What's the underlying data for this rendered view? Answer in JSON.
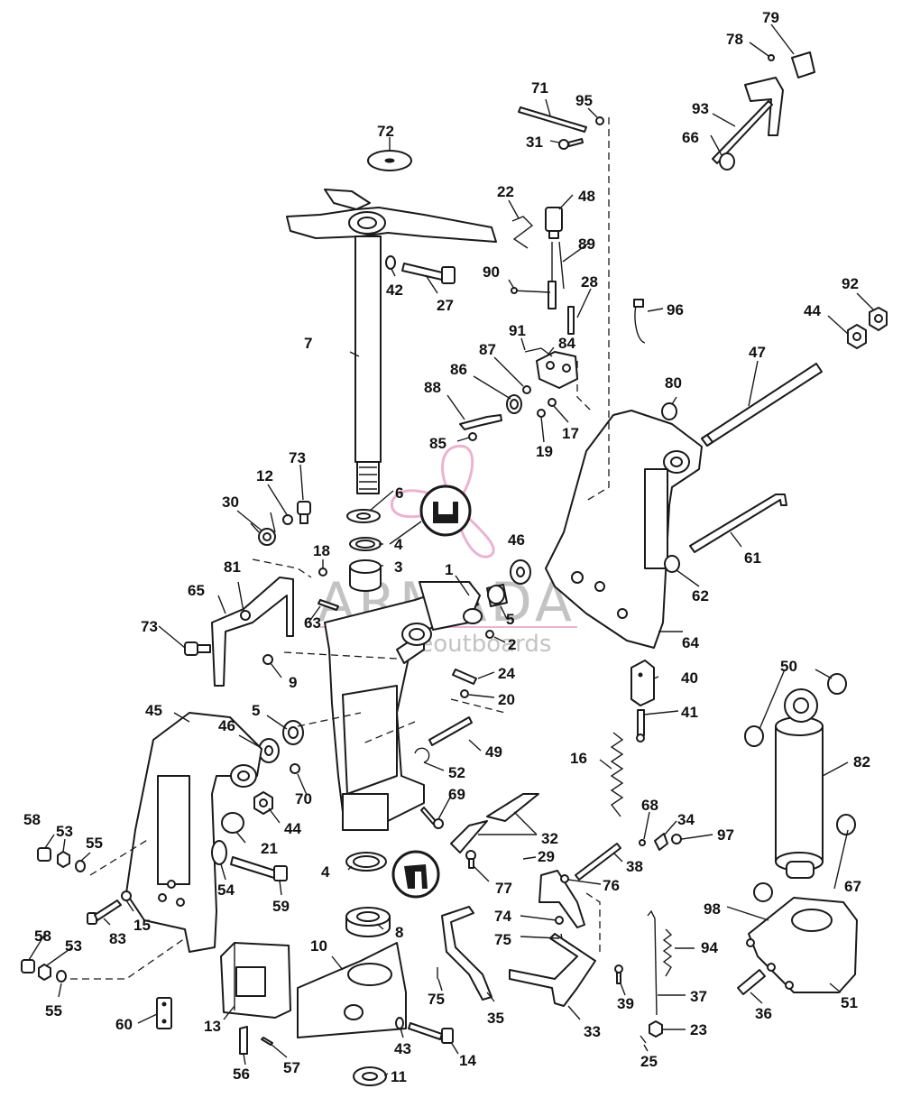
{
  "watermark": {
    "brand": "ARMADA",
    "tagline": "marineoutboards"
  },
  "callouts": {
    "p1": "1",
    "p2": "2",
    "p3": "3",
    "p4a": "4",
    "p4b": "4",
    "p5a": "5",
    "p5b": "5",
    "p6": "6",
    "p7": "7",
    "p8": "8",
    "p9": "9",
    "p10": "10",
    "p11": "11",
    "p12": "12",
    "p13": "13",
    "p14": "14",
    "p15": "15",
    "p16": "16",
    "p17": "17",
    "p18": "18",
    "p19": "19",
    "p20": "20",
    "p21": "21",
    "p22": "22",
    "p23": "23",
    "p24": "24",
    "p25": "25",
    "p27": "27",
    "p28": "28",
    "p29": "29",
    "p30": "30",
    "p31": "31",
    "p32": "32",
    "p33": "33",
    "p34": "34",
    "p35": "35",
    "p36": "36",
    "p37": "37",
    "p38": "38",
    "p39": "39",
    "p40": "40",
    "p41": "41",
    "p42": "42",
    "p43": "43",
    "p44a": "44",
    "p44b": "44",
    "p45": "45",
    "p46a": "46",
    "p46b": "46",
    "p47": "47",
    "p48": "48",
    "p49": "49",
    "p50": "50",
    "p51": "51",
    "p52": "52",
    "p53a": "53",
    "p53b": "53",
    "p54": "54",
    "p55a": "55",
    "p55b": "55",
    "p56": "56",
    "p57": "57",
    "p58a": "58",
    "p58b": "58",
    "p59": "59",
    "p60": "60",
    "p61": "61",
    "p62": "62",
    "p63": "63",
    "p64": "64",
    "p65": "65",
    "p66": "66",
    "p67": "67",
    "p68": "68",
    "p69": "69",
    "p70": "70",
    "p71": "71",
    "p72": "72",
    "p73a": "73",
    "p73b": "73",
    "p74": "74",
    "p75a": "75",
    "p75b": "75",
    "p76": "76",
    "p77": "77",
    "p78": "78",
    "p79": "79",
    "p80": "80",
    "p81": "81",
    "p82": "82",
    "p83": "83",
    "p84": "84",
    "p85": "85",
    "p86": "86",
    "p87": "87",
    "p88": "88",
    "p89": "89",
    "p90": "90",
    "p91": "91",
    "p92": "92",
    "p93": "93",
    "p94": "94",
    "p95": "95",
    "p96": "96",
    "p97": "97",
    "p98": "98"
  },
  "colors": {
    "watermark_pink": "#e8a6c8",
    "watermark_grey": "#b9b9b9",
    "ink": "#1a1a1a"
  },
  "icons": [
    "grease-fitting-icon-a",
    "grease-fitting-icon-b"
  ]
}
